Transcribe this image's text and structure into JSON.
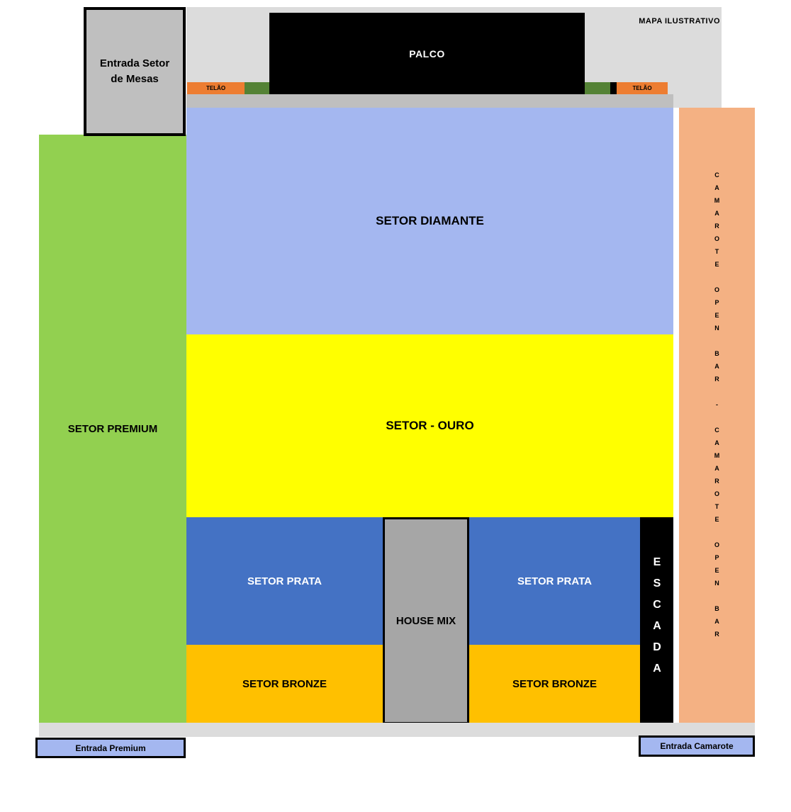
{
  "header": {
    "map_note": "MAPA ILUSTRATIVO"
  },
  "stage": {
    "label": "PALCO"
  },
  "screens": {
    "left": "TELÃO",
    "right": "TELÃO"
  },
  "sectors": {
    "diamante": {
      "label": "SETOR DIAMANTE"
    },
    "ouro": {
      "label": "SETOR - OURO"
    },
    "prata": {
      "label": "SETOR PRATA"
    },
    "bronze": {
      "label": "SETOR BRONZE"
    },
    "premium": {
      "label": "SETOR PREMIUM"
    },
    "house_mix": {
      "label": "HOUSE MIX"
    },
    "escada": {
      "label": "ESCADA"
    },
    "camarote": {
      "label": "CAMAROTE OPEN BAR - CAMAROTE OPEN BAR"
    }
  },
  "entrances": {
    "mesas": {
      "label": "Entrada Setor de Mesas"
    },
    "premium": {
      "label": "Entrada Premium"
    },
    "camarote": {
      "label": "Entrada Camarote"
    }
  },
  "colors": {
    "diamante": "#a4b7f0",
    "ouro": "#ffff00",
    "prata": "#4472c4",
    "bronze": "#ffc000",
    "premium": "#92d050",
    "camarote": "#f4b183",
    "house_mix": "#a6a6a6",
    "telao": "#ed7d31",
    "stage_side_block": "#548235",
    "stage": "#000000"
  }
}
